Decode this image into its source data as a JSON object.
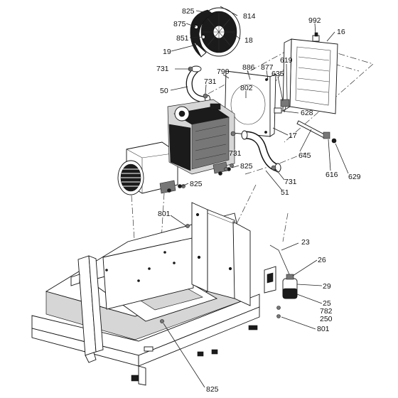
{
  "diagram": {
    "labels": [
      {
        "id": "l825a",
        "text": "825"
      },
      {
        "id": "l814",
        "text": "814"
      },
      {
        "id": "l875",
        "text": "875"
      },
      {
        "id": "l851",
        "text": "851"
      },
      {
        "id": "l18",
        "text": "18"
      },
      {
        "id": "l19",
        "text": "19"
      },
      {
        "id": "l992",
        "text": "992"
      },
      {
        "id": "l16",
        "text": "16"
      },
      {
        "id": "l619",
        "text": "619"
      },
      {
        "id": "l731a",
        "text": "731"
      },
      {
        "id": "l790",
        "text": "790"
      },
      {
        "id": "l886",
        "text": "886"
      },
      {
        "id": "l877",
        "text": "877"
      },
      {
        "id": "l635",
        "text": "635"
      },
      {
        "id": "l731b",
        "text": "731"
      },
      {
        "id": "l50",
        "text": "50"
      },
      {
        "id": "l802",
        "text": "802"
      },
      {
        "id": "l628",
        "text": "628"
      },
      {
        "id": "l17",
        "text": "17"
      },
      {
        "id": "l731c",
        "text": "731"
      },
      {
        "id": "l645",
        "text": "645"
      },
      {
        "id": "l616",
        "text": "616"
      },
      {
        "id": "l629",
        "text": "629"
      },
      {
        "id": "l825b",
        "text": "825"
      },
      {
        "id": "l731d",
        "text": "731"
      },
      {
        "id": "l825c",
        "text": "825"
      },
      {
        "id": "l51",
        "text": "51"
      },
      {
        "id": "l801a",
        "text": "801"
      },
      {
        "id": "l23",
        "text": "23"
      },
      {
        "id": "l26",
        "text": "26"
      },
      {
        "id": "l29",
        "text": "29"
      },
      {
        "id": "l25",
        "text": "25"
      },
      {
        "id": "l782",
        "text": "782"
      },
      {
        "id": "l250",
        "text": "250"
      },
      {
        "id": "l801b",
        "text": "801"
      },
      {
        "id": "l825d",
        "text": "825"
      }
    ]
  }
}
